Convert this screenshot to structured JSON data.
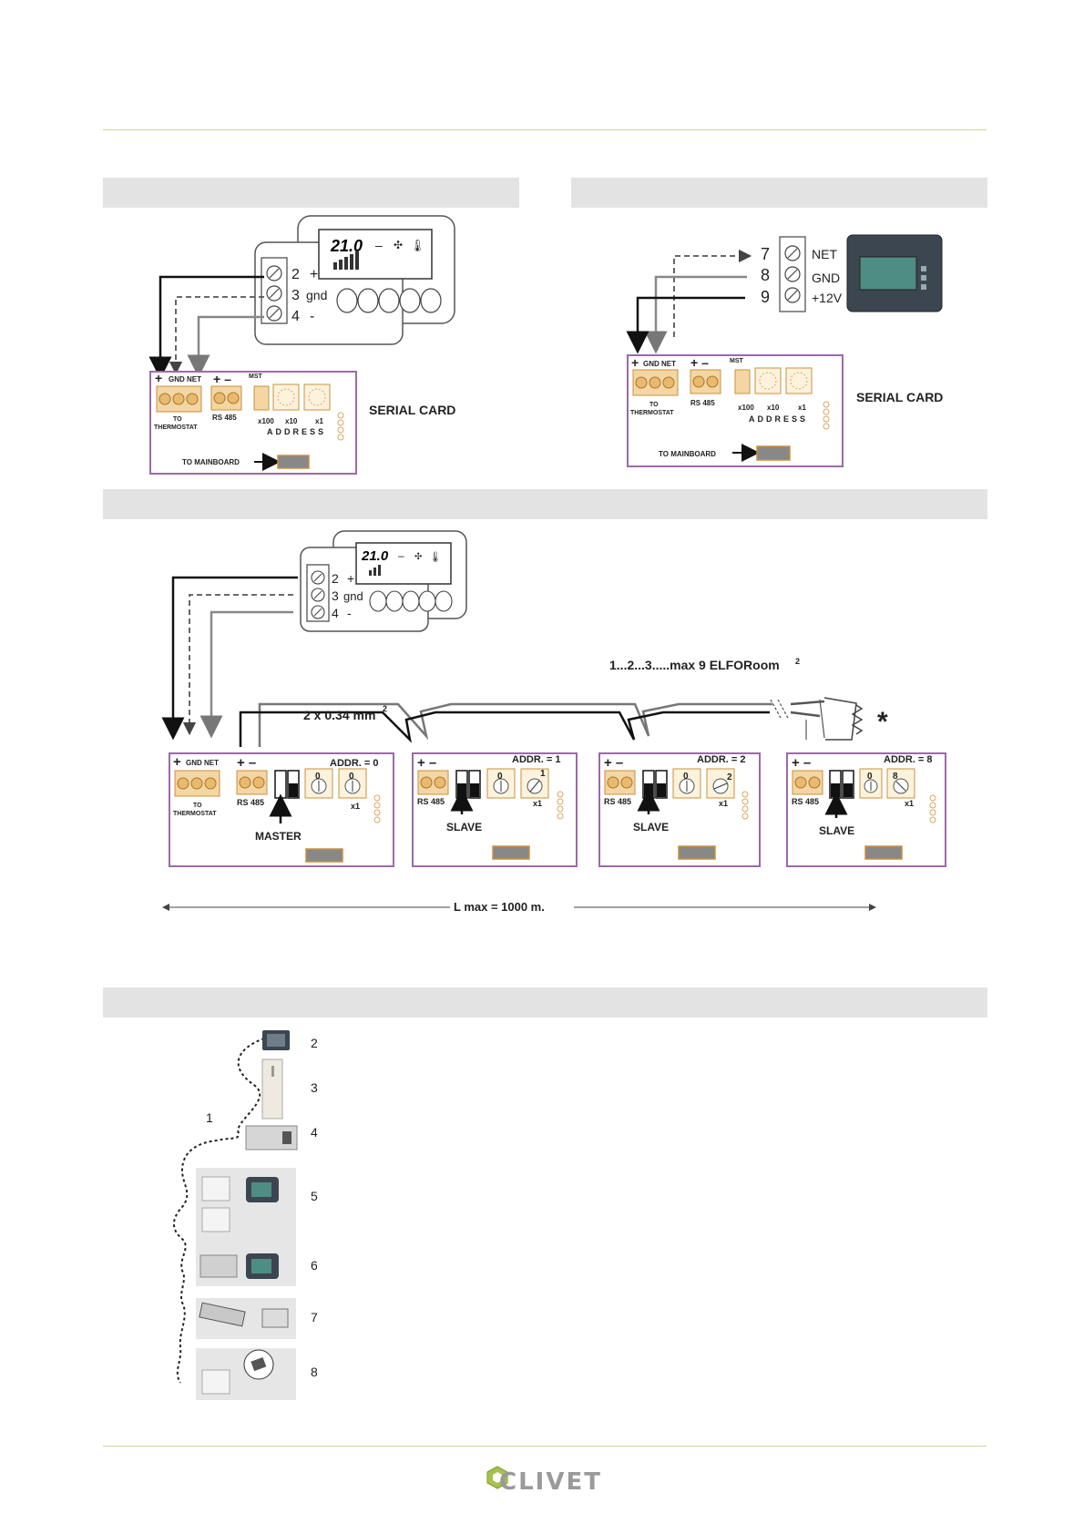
{
  "diagram_a": {
    "thermostat": {
      "display": "21.0",
      "terminals": [
        "2",
        "3",
        "4"
      ],
      "terminal_labels": [
        "+",
        "gnd",
        "-"
      ]
    },
    "card": {
      "title": "SERIAL CARD",
      "gnd_net": "GND NET",
      "to_thermostat": [
        "TO",
        "THERMOSTAT"
      ],
      "rs485": "RS 485",
      "mst": "MST",
      "dials": [
        "x100",
        "x10",
        "x1"
      ],
      "address": "ADDRESS",
      "to_mainboard": "TO MAINBOARD"
    }
  },
  "diagram_b": {
    "terminals": [
      "7",
      "8",
      "9"
    ],
    "terminal_labels": [
      "NET",
      "GND",
      "+12V"
    ],
    "card_title": "SERIAL CARD"
  },
  "diagram_c": {
    "thermostat": {
      "display": "21.0",
      "terminals": [
        "2",
        "3",
        "4"
      ],
      "terminal_labels": [
        "+",
        "gnd",
        "-"
      ]
    },
    "cable": "2 x 0.34 mm",
    "cable_sup": "2",
    "max_units": "1...2...3.....max 9 ELFORoom",
    "max_units_sup": "2",
    "terminator": "*",
    "cards": [
      {
        "addr": "ADDR. = 0",
        "role": "MASTER",
        "dial1": "0",
        "dial2": "0"
      },
      {
        "addr": "ADDR. = 1",
        "role": "SLAVE",
        "dial1": "0",
        "dial2": "1"
      },
      {
        "addr": "ADDR. = 2",
        "role": "SLAVE",
        "dial1": "0",
        "dial2": "2"
      },
      {
        "addr": "ADDR. = 8",
        "role": "SLAVE",
        "dial1": "0",
        "dial2": "8"
      }
    ],
    "rs485": "RS 485",
    "x1": "x1",
    "gnd_net": "GND NET",
    "to_thermostat": [
      "TO",
      "THERMOSTAT"
    ],
    "length": "L max = 1000 m."
  },
  "system": {
    "bus_label": "1",
    "items": [
      "2",
      "3",
      "4",
      "5",
      "6",
      "7",
      "8"
    ]
  },
  "footer": {
    "brand": "CLIVET"
  },
  "colors": {
    "rule": "#c9d79a",
    "card_border": "#9b6aa8",
    "terminal": "#e9b96e",
    "band": "#e3e3e3"
  }
}
